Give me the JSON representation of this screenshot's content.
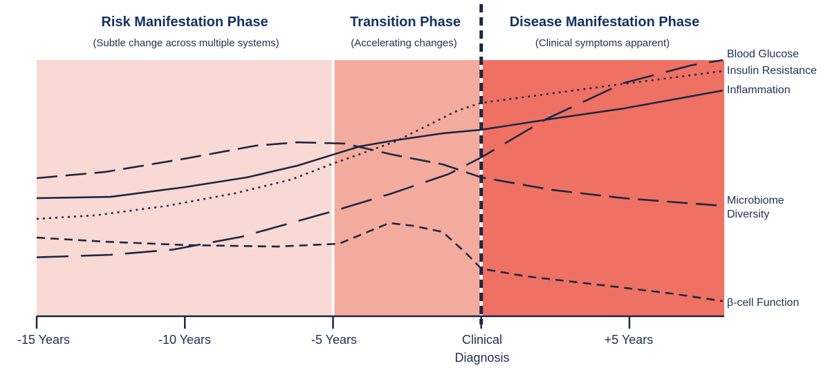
{
  "colors": {
    "line": "#1c2743",
    "title_text": "#143260",
    "body_text": "#1c3050",
    "background": "#ffffff"
  },
  "chart_data": {
    "type": "line",
    "title": "",
    "xlabel": "",
    "ylabel": "",
    "xlim": [
      -15,
      8.2
    ],
    "ylim": [
      0,
      100
    ],
    "x_axis_ticks": [
      {
        "year": -15,
        "label": "-15 Years"
      },
      {
        "year": -10,
        "label": "-10 Years"
      },
      {
        "year": -5,
        "label": "-5 Years"
      },
      {
        "year": 0,
        "label": "Clinical Diagnosis"
      },
      {
        "year": 5,
        "label": "+5 Years"
      }
    ],
    "phases": [
      {
        "title": "Risk Manifestation Phase",
        "subtitle": "(Subtle change across multiple systems)",
        "band_color": "#f8d9d3",
        "start_year": -15,
        "end_year": -5
      },
      {
        "title": "Transition Phase",
        "subtitle": "(Accelerating changes)",
        "band_color": "#f3ab9d",
        "start_year": -5,
        "end_year": 0
      },
      {
        "title": "Disease Manifestation Phase",
        "subtitle": "(Clinical symptoms apparent)",
        "band_color": "#ee7164",
        "start_year": 0,
        "end_year": 8.2
      }
    ],
    "divider": {
      "at_year": 0,
      "style": "dashed"
    },
    "series": [
      {
        "name": "Blood Glucose",
        "line_style": "long-dash",
        "points": [
          [
            -15,
            23
          ],
          [
            -12.5,
            24
          ],
          [
            -10.4,
            26
          ],
          [
            -8.1,
            31
          ],
          [
            -5,
            41
          ],
          [
            -3,
            48
          ],
          [
            -1.1,
            55.5
          ],
          [
            0,
            62
          ],
          [
            2.2,
            77
          ],
          [
            4.8,
            91
          ],
          [
            7.1,
            98
          ],
          [
            8.15,
            100
          ]
        ]
      },
      {
        "name": "Insulin Resistance",
        "line_style": "dotted",
        "points": [
          [
            -15,
            38
          ],
          [
            -13,
            39.4
          ],
          [
            -10.6,
            43.1
          ],
          [
            -8.3,
            48
          ],
          [
            -6.4,
            53.4
          ],
          [
            -5,
            59.6
          ],
          [
            -2.9,
            68.2
          ],
          [
            -0.8,
            80.3
          ],
          [
            0,
            83.3
          ],
          [
            4,
            89.5
          ],
          [
            8.15,
            95.7
          ]
        ]
      },
      {
        "name": "Inflammation",
        "line_style": "solid",
        "points": [
          [
            -15,
            46.1
          ],
          [
            -12.5,
            46.6
          ],
          [
            -10,
            50.4
          ],
          [
            -7.9,
            54.2
          ],
          [
            -6.2,
            58.8
          ],
          [
            -4.1,
            66.3
          ],
          [
            -2.9,
            68.7
          ],
          [
            -1.3,
            71.4
          ],
          [
            0,
            72.8
          ],
          [
            2.4,
            77.1
          ],
          [
            4.8,
            81.1
          ],
          [
            8.15,
            88.1
          ]
        ]
      },
      {
        "name": "Microbiome Diversity",
        "line_style": "medium-dash",
        "points": [
          [
            -15,
            53.9
          ],
          [
            -12.7,
            56.3
          ],
          [
            -10,
            61.5
          ],
          [
            -7.6,
            66.6
          ],
          [
            -6.2,
            67.9
          ],
          [
            -4.6,
            67.4
          ],
          [
            -3,
            63.1
          ],
          [
            -1.3,
            59.3
          ],
          [
            0,
            54.2
          ],
          [
            2.4,
            49.3
          ],
          [
            4.8,
            46.1
          ],
          [
            8.15,
            43.1
          ]
        ]
      },
      {
        "name": "β-cell Function",
        "line_style": "short-dash",
        "points": [
          [
            -15,
            30.7
          ],
          [
            -12.7,
            29.1
          ],
          [
            -10,
            27.8
          ],
          [
            -6.9,
            27.2
          ],
          [
            -4.8,
            28.3
          ],
          [
            -3.9,
            32.6
          ],
          [
            -3.1,
            36.4
          ],
          [
            -2.3,
            35.3
          ],
          [
            -1.3,
            32.9
          ],
          [
            -0.5,
            24.5
          ],
          [
            0,
            18.6
          ],
          [
            1.5,
            15.6
          ],
          [
            4.1,
            12.1
          ],
          [
            6.4,
            8.9
          ],
          [
            8.15,
            5.9
          ]
        ]
      }
    ]
  }
}
